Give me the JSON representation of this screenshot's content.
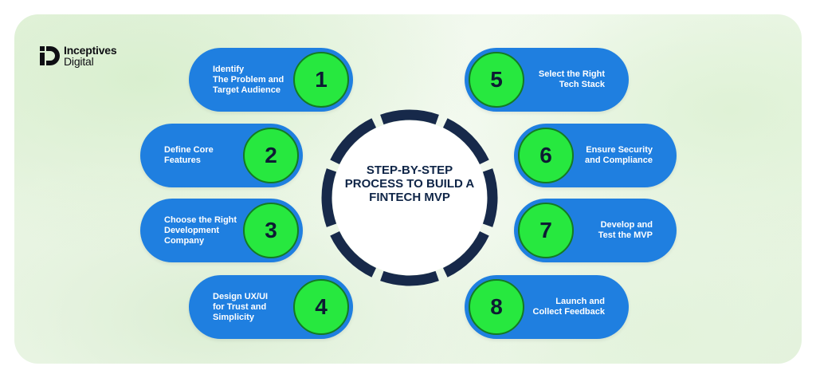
{
  "brand": {
    "name_line1": "Inceptives",
    "name_line2": "Digital"
  },
  "center": {
    "title": "STEP-BY-STEP\nPROCESS TO BUILD A\nFINTECH MVP"
  },
  "colors": {
    "pill": "#1f7fe0",
    "badge": "#27e83f",
    "ring": "#17294a",
    "title": "#0f2547"
  },
  "steps": [
    {
      "number": "1",
      "label": "Identify\nThe Problem and\nTarget Audience"
    },
    {
      "number": "2",
      "label": "Define Core\nFeatures"
    },
    {
      "number": "3",
      "label": "Choose the Right\nDevelopment\nCompany"
    },
    {
      "number": "4",
      "label": "Design UX/UI\nfor Trust and\nSimplicity"
    },
    {
      "number": "5",
      "label": "Select the Right\nTech Stack"
    },
    {
      "number": "6",
      "label": "Ensure Security\nand Compliance"
    },
    {
      "number": "7",
      "label": "Develop and\nTest the MVP"
    },
    {
      "number": "8",
      "label": "Launch and\nCollect Feedback"
    }
  ]
}
